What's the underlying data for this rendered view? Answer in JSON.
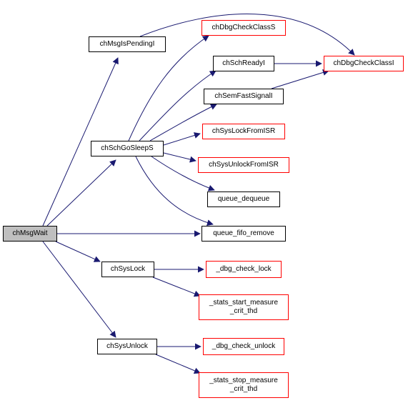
{
  "colors": {
    "edge": "#191970",
    "external_border": "#ff0000",
    "node_border": "#000000",
    "root_fill": "#bfbfbf"
  },
  "nodes": {
    "chMsgWait": "chMsgWait",
    "chMsgIsPendingI": "chMsgIsPendingI",
    "chSchGoSleepS": "chSchGoSleepS",
    "chSysLock": "chSysLock",
    "chSysUnlock": "chSysUnlock",
    "chDbgCheckClassS": "chDbgCheckClassS",
    "chSchReadyI": "chSchReadyI",
    "chSemFastSignalI": "chSemFastSignalI",
    "chSysLockFromISR": "chSysLockFromISR",
    "chSysUnlockFromISR": "chSysUnlockFromISR",
    "queue_dequeue": "queue_dequeue",
    "queue_fifo_remove": "queue_fifo_remove",
    "chDbgCheckClassI": "chDbgCheckClassI",
    "dbg_check_lock": "_dbg_check_lock",
    "stats_start": "_stats_start_measure\n_crit_thd",
    "dbg_check_unlock": "_dbg_check_unlock",
    "stats_stop": "_stats_stop_measure\n_crit_thd"
  }
}
